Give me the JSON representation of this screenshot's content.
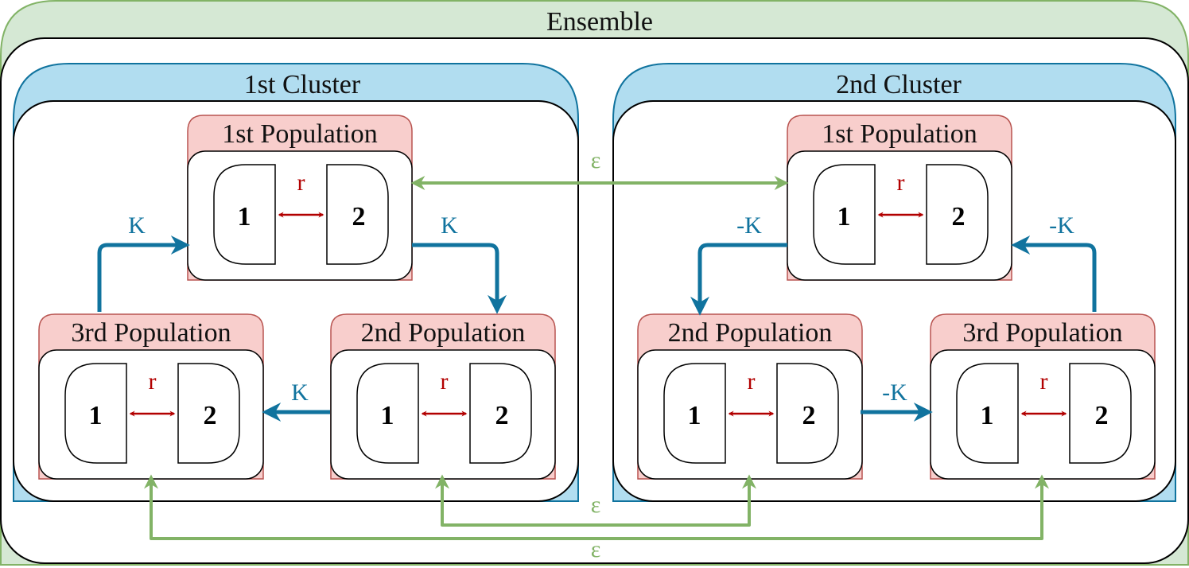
{
  "ensemble": {
    "title": "Ensemble"
  },
  "clusters": [
    {
      "title": "1st Cluster",
      "populations": [
        {
          "title": "1st Population",
          "left": "1",
          "right": "2",
          "coupling": "r"
        },
        {
          "title": "2nd Population",
          "left": "1",
          "right": "2",
          "coupling": "r"
        },
        {
          "title": "3rd Population",
          "left": "1",
          "right": "2",
          "coupling": "r"
        }
      ],
      "links": [
        "K",
        "K",
        "K"
      ]
    },
    {
      "title": "2nd Cluster",
      "populations": [
        {
          "title": "1st Population",
          "left": "1",
          "right": "2",
          "coupling": "r"
        },
        {
          "title": "2nd Population",
          "left": "1",
          "right": "2",
          "coupling": "r"
        },
        {
          "title": "3rd Population",
          "left": "1",
          "right": "2",
          "coupling": "r"
        }
      ],
      "links": [
        "-K",
        "-K",
        "-K"
      ]
    }
  ],
  "inter_cluster": [
    "ε",
    "ε",
    "ε"
  ],
  "colors": {
    "ensemble_header": "#d5e8d4",
    "ensemble_stroke": "#82b366",
    "cluster_header": "#b1ddf0",
    "cluster_stroke": "#10739e",
    "population_header": "#f8cecc",
    "population_stroke": "#b85450",
    "intra_arrow": "#b20000",
    "cluster_arrow": "#10739e",
    "ensemble_arrow": "#82b366"
  }
}
